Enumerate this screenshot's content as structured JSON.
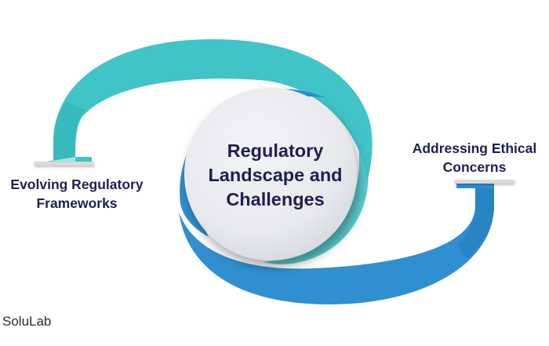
{
  "diagram": {
    "center": {
      "title": "Regulatory Landscape and Challenges"
    },
    "left": {
      "label": "Evolving Regulatory Frameworks"
    },
    "right": {
      "label": "Addressing Ethical Concerns"
    }
  },
  "brand": {
    "text": "SoluLab"
  },
  "colors": {
    "teal": "#40c4c7",
    "blue": "#2f8fd0",
    "title_text": "#1c2150",
    "circle": "#e7e9ec"
  }
}
